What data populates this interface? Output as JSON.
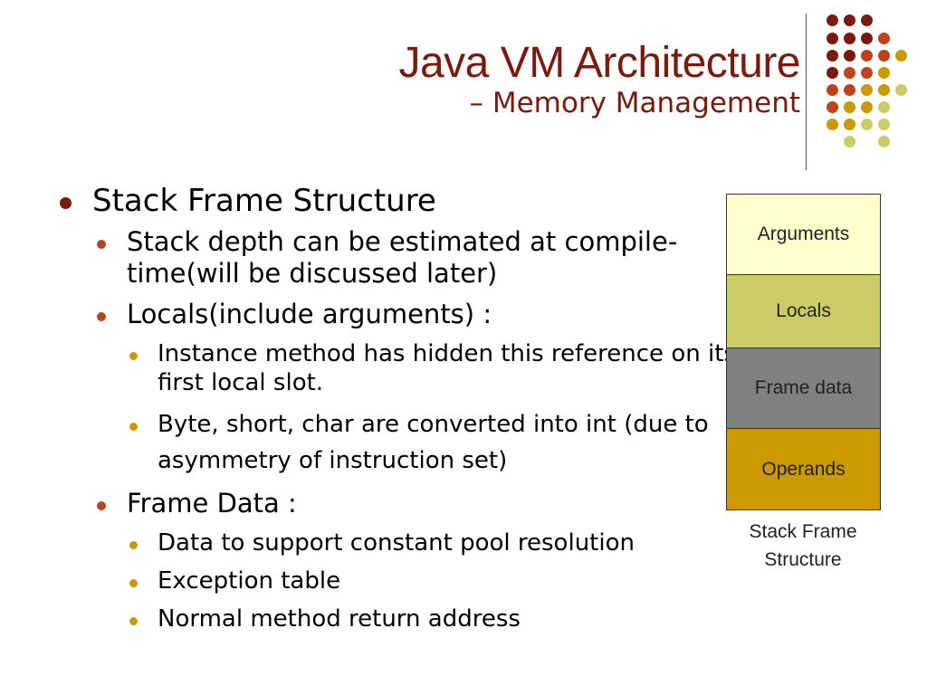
{
  "title": {
    "main": "Java VM Architecture",
    "sub": "– Memory Management"
  },
  "bullets": [
    {
      "level": 1,
      "text": "Stack Frame Structure"
    },
    {
      "level": 2,
      "text": "Stack depth can be estimated at compile-time(will be discussed later)"
    },
    {
      "level": 2,
      "text": "Locals(include arguments) :"
    },
    {
      "level": 3,
      "text": "Instance method has hidden this reference on its first local slot."
    },
    {
      "level": 3,
      "text": "Byte, short, char are converted into int (due to asymmetry of instruction set)"
    },
    {
      "level": 2,
      "text": "Frame Data :"
    },
    {
      "level": 3,
      "text": "Data to support constant pool resolution"
    },
    {
      "level": 3,
      "text": "Exception table"
    },
    {
      "level": 3,
      "text": "Normal method return address"
    }
  ],
  "diagram": {
    "cells": [
      {
        "label": "Arguments",
        "color": "#ffffcc"
      },
      {
        "label": "Locals",
        "color": "#cccc66"
      },
      {
        "label": "Frame data",
        "color": "#808080"
      },
      {
        "label": "Operands",
        "color": "#cc9900"
      }
    ],
    "caption": "Stack Frame Structure"
  },
  "theme": {
    "title_color": "#7a1a0c",
    "dot_colors": [
      "#7a1a0c",
      "#c0421a",
      "#cc9900",
      "#cccc66"
    ]
  }
}
